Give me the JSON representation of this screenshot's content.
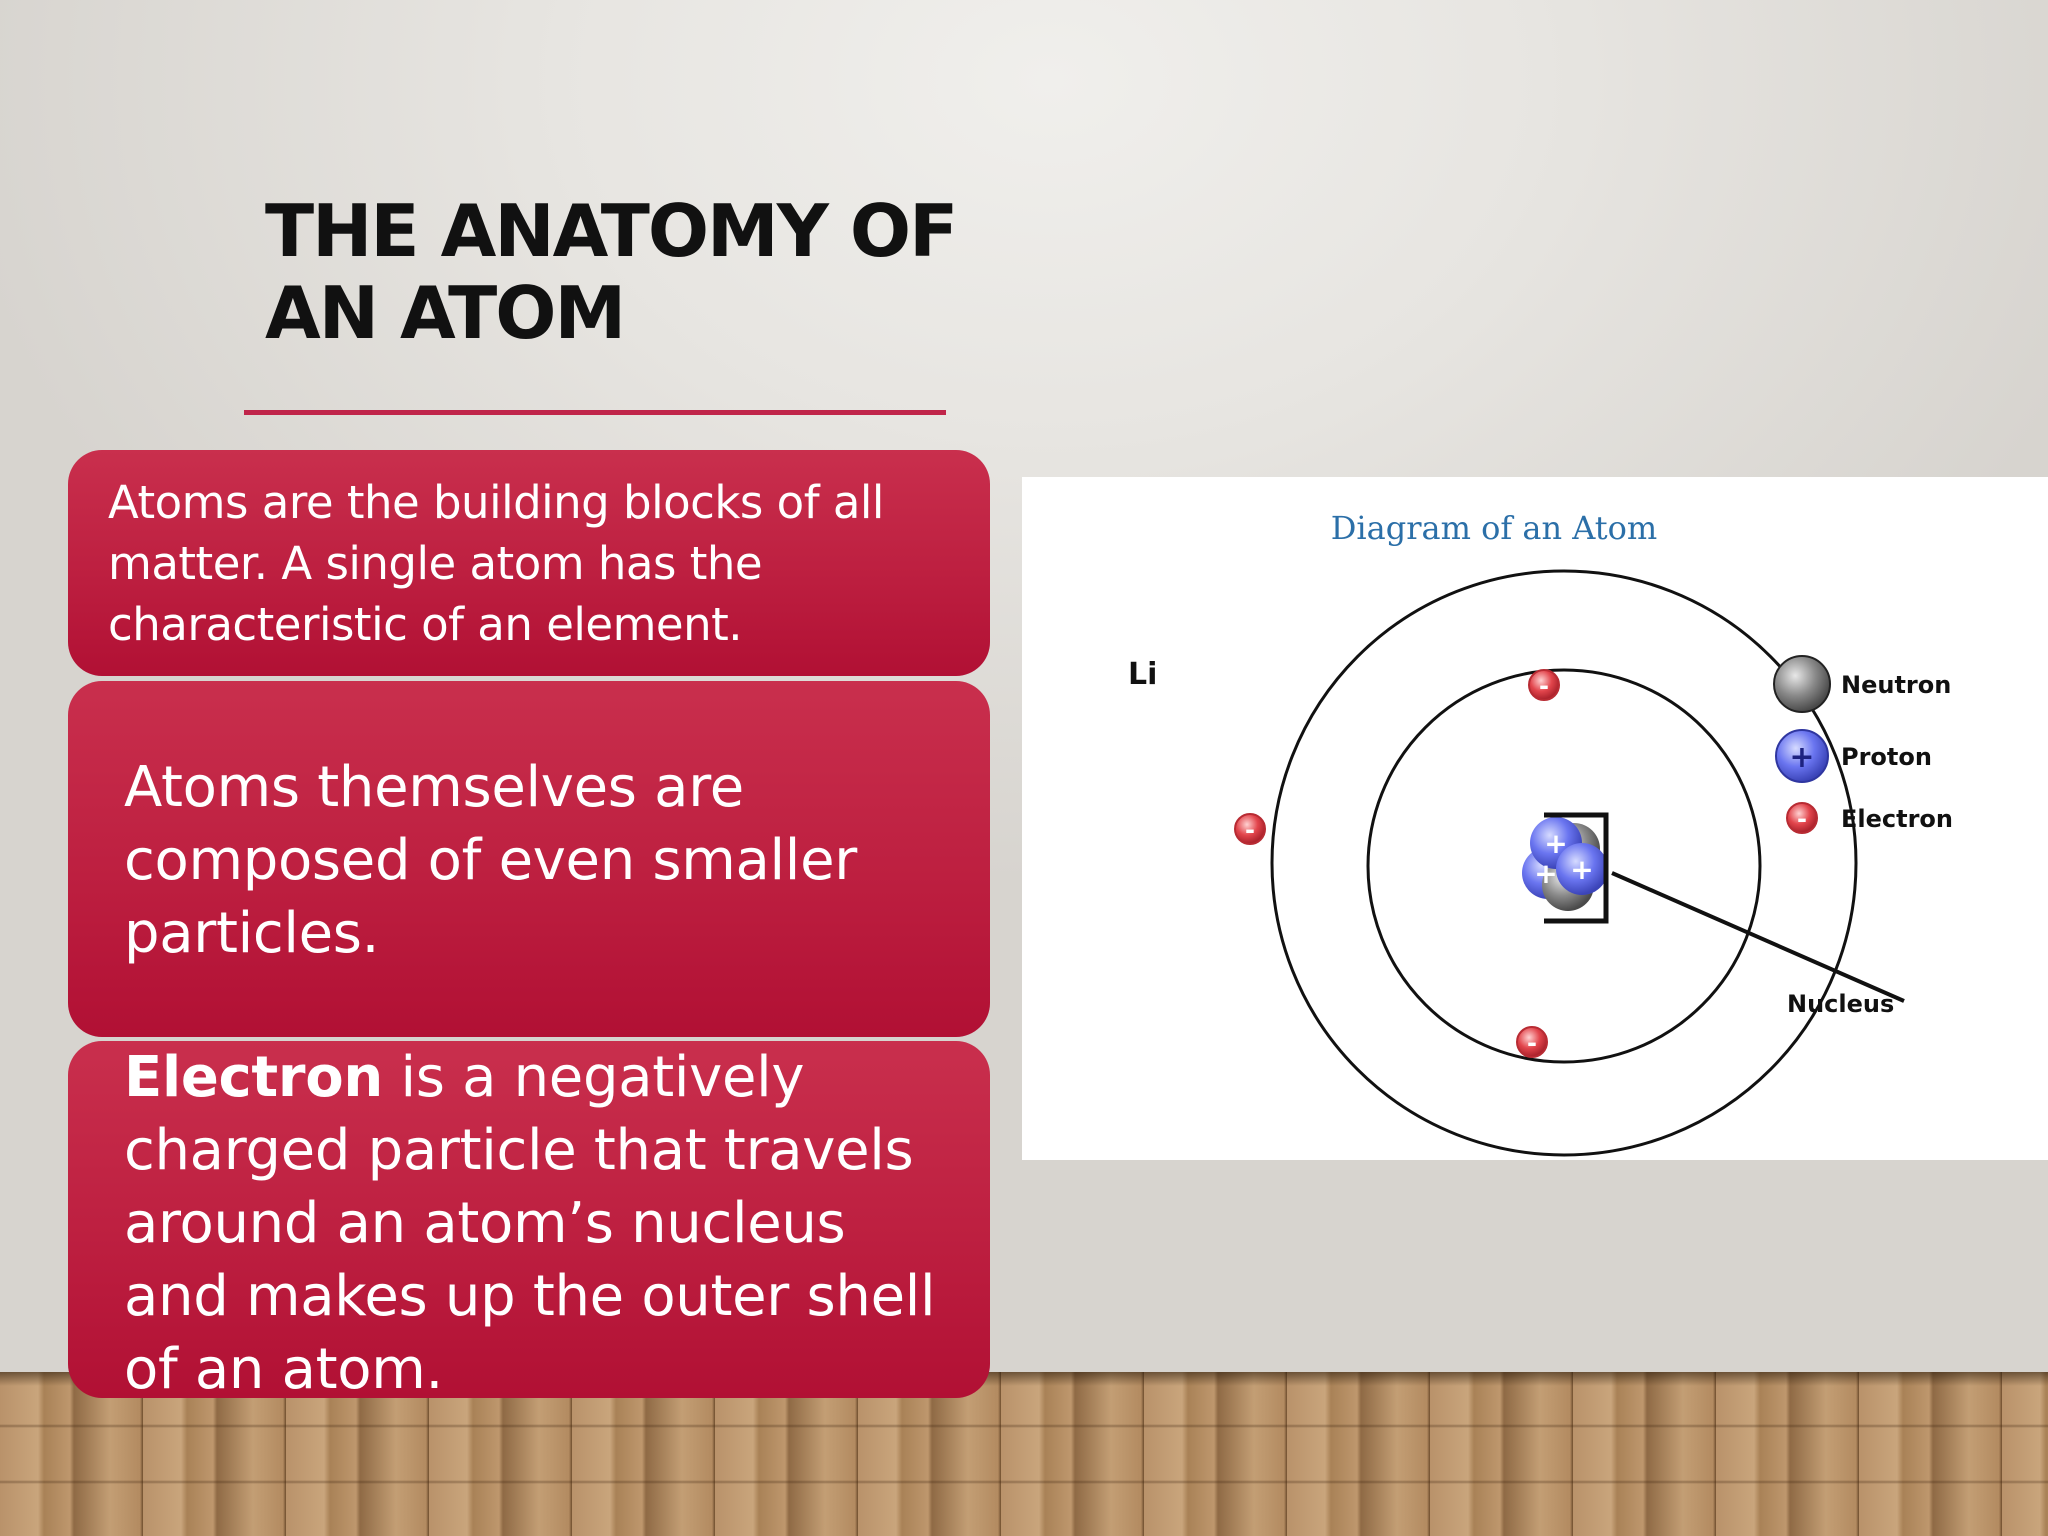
{
  "slide": {
    "title": "THE ANATOMY OF AN ATOM",
    "accent_color": "#c0254a",
    "card_color": "#bd1f40"
  },
  "cards": [
    {
      "text": "Atoms are the building blocks of all matter. A single atom has the characteristic of an element."
    },
    {
      "text": "Atoms themselves are composed of even smaller particles."
    },
    {
      "term": "Electron",
      "text": " is a negatively charged particle that travels around an atom’s nucleus and makes up the outer shell of an atom."
    }
  ],
  "diagram": {
    "title": "Diagram of an Atom",
    "element_label": "Li",
    "nucleus_label": "Nucleus",
    "electron_sign": "-",
    "proton_sign": "+",
    "legend": [
      {
        "label": "Neutron",
        "icon": "neutron-icon",
        "color": "#777777"
      },
      {
        "label": "Proton",
        "icon": "proton-icon",
        "color": "#5a66e8"
      },
      {
        "label": "Electron",
        "icon": "electron-icon",
        "color": "#e0404a"
      }
    ]
  }
}
